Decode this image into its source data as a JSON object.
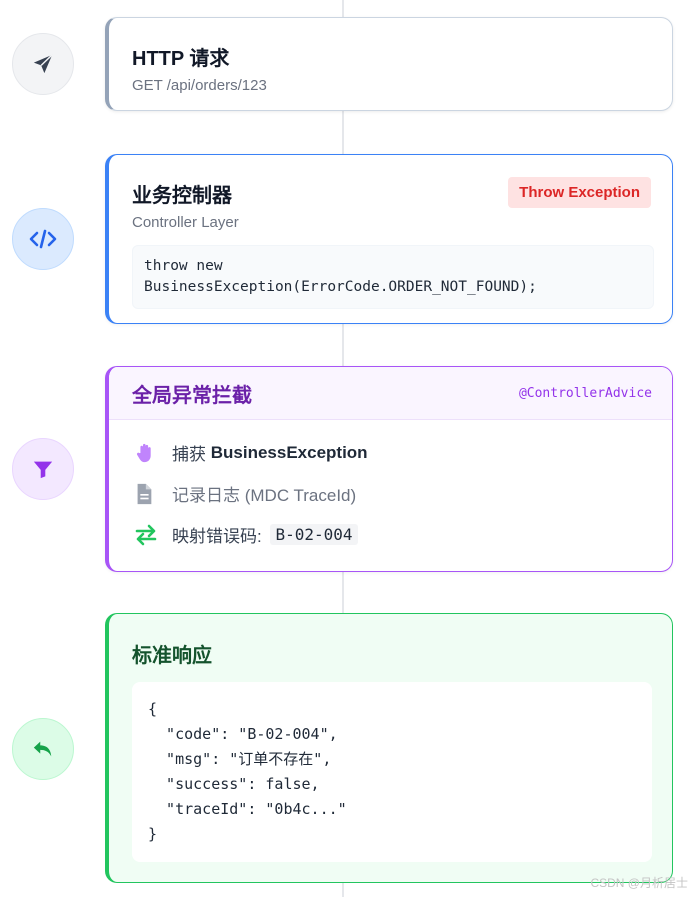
{
  "steps": [
    {
      "icon": "paper-plane-icon",
      "title": "HTTP 请求",
      "subtitle": "GET /api/orders/123"
    },
    {
      "icon": "code-icon",
      "title": "业务控制器",
      "subtitle": "Controller Layer",
      "badge": "Throw Exception",
      "code_lines": [
        "throw new",
        "BusinessException(ErrorCode.ORDER_NOT_FOUND);"
      ]
    },
    {
      "icon": "filter-icon",
      "title": "全局异常拦截",
      "tag": "@ControllerAdvice",
      "rows": [
        {
          "icon": "hand-icon",
          "prefix": "捕获 ",
          "strong": "BusinessException"
        },
        {
          "icon": "document-icon",
          "text": "记录日志 (MDC TraceId)"
        },
        {
          "icon": "swap-arrows-icon",
          "prefix": "映射错误码: ",
          "code": "B-02-004"
        }
      ]
    },
    {
      "icon": "reply-icon",
      "title": "标准响应",
      "code_lines": [
        "{",
        "  \"code\": \"B-02-004\",",
        "  \"msg\": \"订单不存在\",",
        "  \"success\": false,",
        "  \"traceId\": \"0b4c...\"",
        "}"
      ]
    }
  ],
  "colors": {
    "gray": "#94a3b8",
    "blue": "#3b82f6",
    "purple": "#a855f7",
    "green": "#22c55e",
    "red": "#dc2626"
  },
  "watermark": "CSDN @月析居士"
}
